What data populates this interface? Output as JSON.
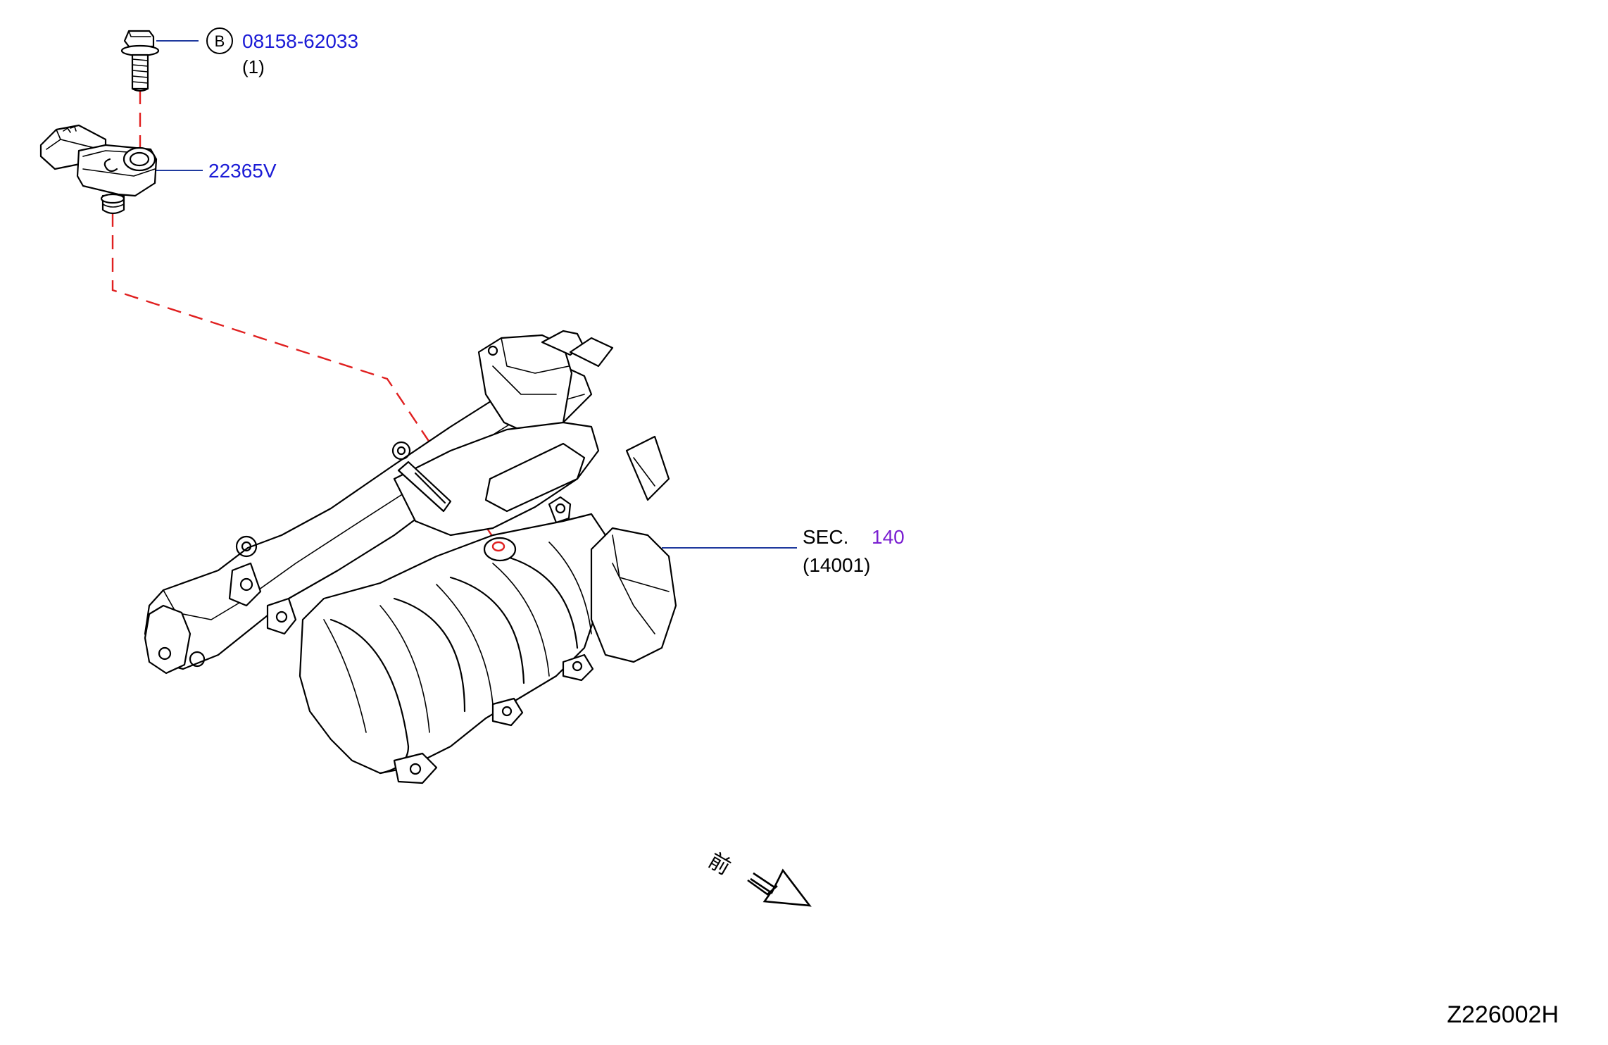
{
  "colors": {
    "part_number_text": "#1b1bd6",
    "section_number_text": "#7a1fd1",
    "leader_line": "#1f3a9e",
    "dashed_line": "#e02020",
    "drawing": "#000000",
    "background": "#ffffff"
  },
  "callouts": {
    "bolt": {
      "circle_letter": "B",
      "part_number": "08158-62033",
      "quantity": "(1)"
    },
    "sensor": {
      "part_number": "22365V"
    },
    "manifold": {
      "section_prefix": "SEC.",
      "section_number": "140",
      "section_sub": "(14001)"
    }
  },
  "front_indicator": {
    "label": "前",
    "arrow_icon": "front-direction-arrow-icon"
  },
  "diagram_id": "Z226002H"
}
